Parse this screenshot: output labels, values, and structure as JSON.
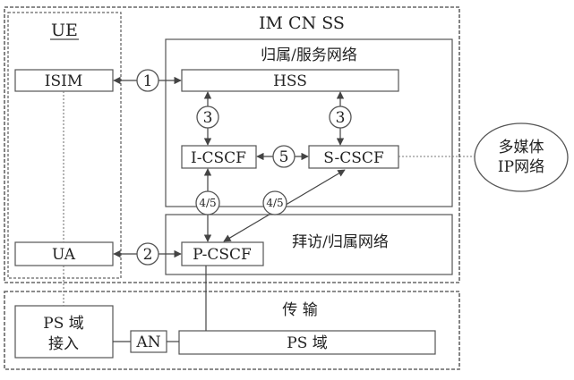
{
  "ue": {
    "title": "UE",
    "isim": "ISIM",
    "ua": "UA",
    "ps_access_line1": "PS 域",
    "ps_access_line2": "接入"
  },
  "ims": {
    "title": "IM CN SS",
    "home_network": "归属/服务网络",
    "hss": "HSS",
    "icscf": "I-CSCF",
    "scscf": "S-CSCF",
    "visited_network": "拜访/归属网络",
    "pcscf": "P-CSCF"
  },
  "interfaces": {
    "if1": "1",
    "if2": "2",
    "if3a": "3",
    "if3b": "3",
    "if5": "5",
    "if45a": "4/5",
    "if45b": "4/5"
  },
  "multimedia": {
    "line1": "多媒体",
    "line2": "IP网络"
  },
  "transport": {
    "title": "传 输",
    "an": "AN",
    "ps_domain": "PS 域"
  }
}
